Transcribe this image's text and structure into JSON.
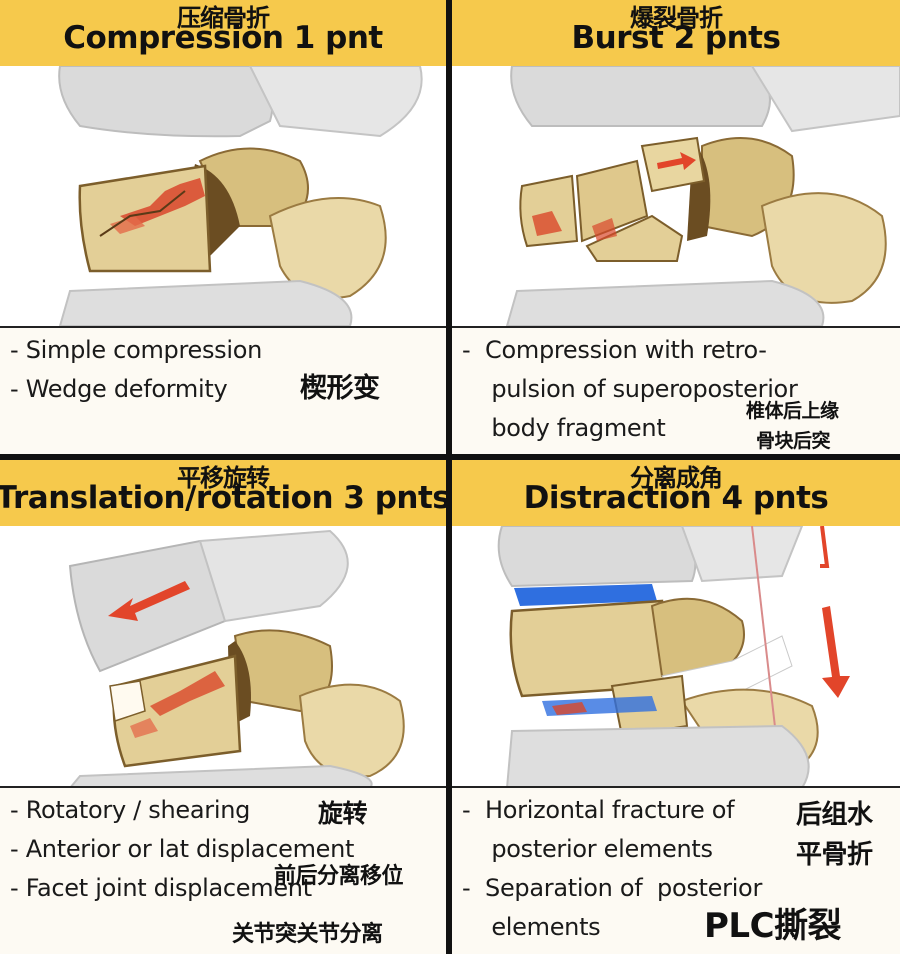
{
  "panels": [
    {
      "title": "Compression  1 pnt",
      "title_cn": "压缩骨折",
      "lines": [
        "-  Simple compression",
        "-  Wedge deformity"
      ],
      "notes_cn": [
        "楔形变"
      ]
    },
    {
      "title": "Burst  2 pnts",
      "title_cn": "爆裂骨折",
      "lines": [
        "-  Compression with retro-",
        "    pulsion of superoposterior",
        "    body fragment"
      ],
      "notes_cn": [
        "椎体后上缘",
        "骨块后突"
      ]
    },
    {
      "title": "Translation/rotation  3 pnts",
      "title_cn": "平移旋转",
      "lines": [
        "-  Rotatory / shearing",
        "-  Anterior or lat displacement",
        "-  Facet joint  displacement"
      ],
      "notes_cn": [
        "旋转",
        "前后分离移位",
        "关节突关节分离"
      ]
    },
    {
      "title": "Distraction  4 pnts",
      "title_cn": "分离成角",
      "lines": [
        "-  Horizontal fracture of",
        "    posterior elements",
        "-  Separation of  posterior",
        "    elements"
      ],
      "notes_cn": [
        "后组水",
        "平骨折",
        "PLC撕裂"
      ]
    }
  ],
  "colors": {
    "header": "#f6c94c",
    "bone": "#e3cf97",
    "bone_dark": "#6b4d22",
    "gray_vertebra": "#d9d9d9",
    "fracture_red": "#d9472b",
    "arrow_red": "#e2452a",
    "disc_blue": "#2f6fe0"
  }
}
